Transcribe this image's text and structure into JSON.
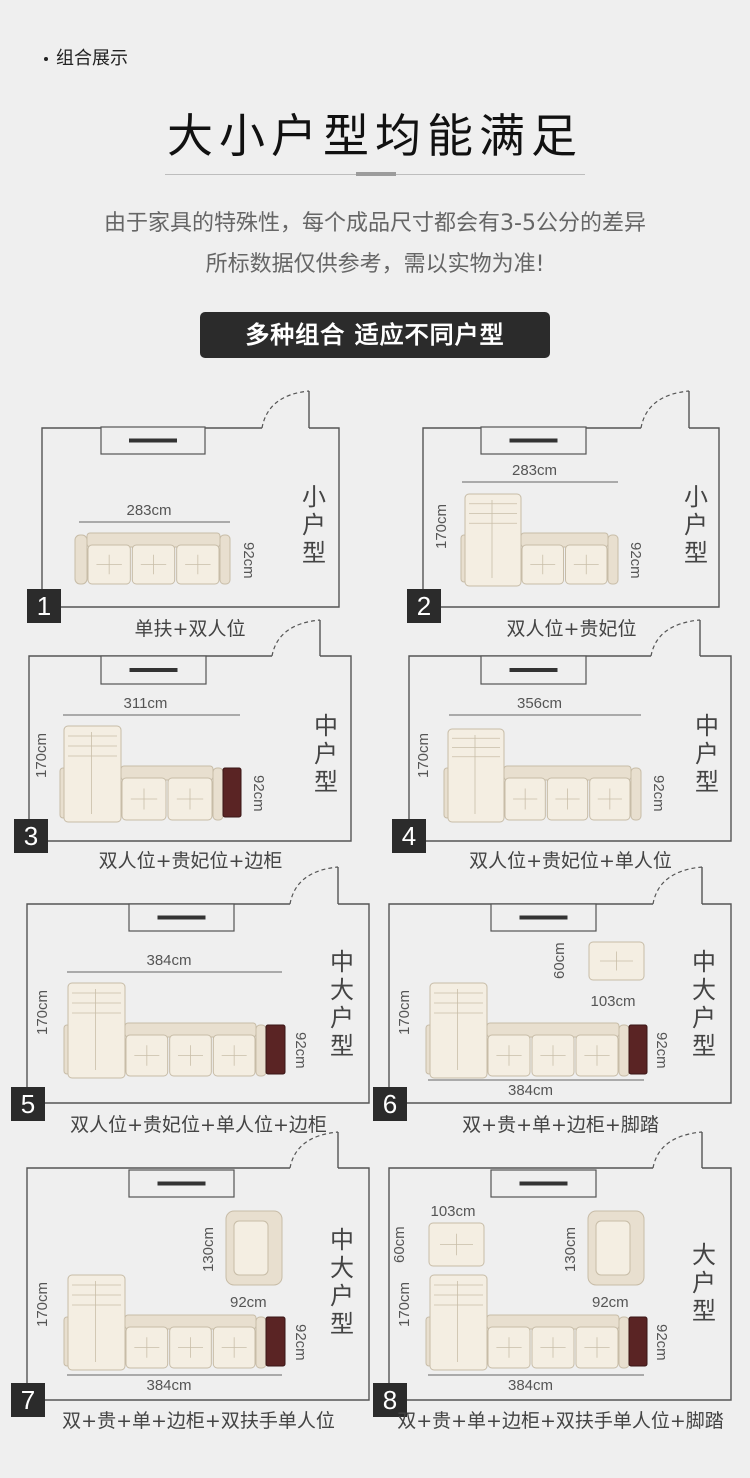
{
  "header": {
    "tag": "组合展示",
    "title": "大小户型均能满足",
    "note_line1": "由于家具的特殊性，每个成品尺寸都会有3-5公分的差异",
    "note_line2": "所标数据仅供参考，需以实物为准!",
    "banner": "多种组合 适应不同户型"
  },
  "layouts": [
    {
      "number": "1",
      "room_type": "小户型",
      "caption": "单扶+双人位",
      "width_label": "283cm",
      "depth_label": "92cm"
    },
    {
      "number": "2",
      "room_type": "小户型",
      "caption": "双人位+贵妃位",
      "width_label": "283cm",
      "depth_label": "92cm",
      "chaise_label": "170cm"
    },
    {
      "number": "3",
      "room_type": "中户型",
      "caption": "双人位+贵妃位+边柜",
      "width_label": "311cm",
      "depth_label": "92cm",
      "chaise_label": "170cm"
    },
    {
      "number": "4",
      "room_type": "中户型",
      "caption": "双人位+贵妃位+单人位",
      "width_label": "356cm",
      "depth_label": "92cm",
      "chaise_label": "170cm"
    },
    {
      "number": "5",
      "room_type": "中大户型",
      "caption": "双人位+贵妃位+单人位+边柜",
      "width_label": "384cm",
      "depth_label": "92cm",
      "chaise_label": "170cm"
    },
    {
      "number": "6",
      "room_type": "中大户型",
      "caption": "双+贵+单+边柜+脚踏",
      "width_label": "384cm",
      "depth_label": "92cm",
      "chaise_label": "170cm",
      "ottoman_w": "103cm",
      "ottoman_d": "60cm"
    },
    {
      "number": "7",
      "room_type": "中大户型",
      "caption": "双+贵+单+边柜+双扶手单人位",
      "width_label": "384cm",
      "depth_label": "92cm",
      "chaise_label": "170cm",
      "armchair_w": "92cm",
      "armchair_d": "130cm"
    },
    {
      "number": "8",
      "room_type": "大户型",
      "caption": "双+贵+单+边柜+双扶手单人位+脚踏",
      "width_label": "384cm",
      "depth_label": "92cm",
      "chaise_label": "170cm",
      "armchair_w": "92cm",
      "armchair_d": "130cm",
      "ottoman_w": "103cm",
      "ottoman_d": "60cm"
    }
  ]
}
